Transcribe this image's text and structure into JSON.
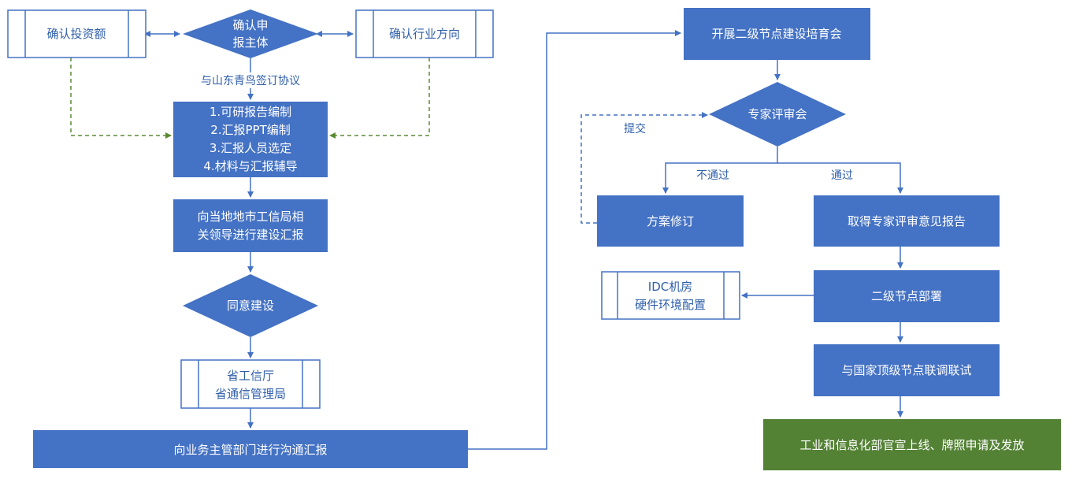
{
  "nodes": {
    "confirm_investment": "确认投资额",
    "confirm_applicant": [
      "确认申",
      "报主体"
    ],
    "confirm_industry": "确认行业方向",
    "sign_agreement": "与山东青鸟签订协议",
    "prep_tasks": [
      "1.可研报告编制",
      "2.汇报PPT编制",
      "3.汇报人员选定",
      "4.材料与汇报辅导"
    ],
    "report_local": [
      "向当地地市工信局相",
      "关领导进行建设汇报"
    ],
    "agree_build": "同意建设",
    "province_depts": [
      "省工信厅",
      "省通信管理局"
    ],
    "report_authority": "向业务主管部门进行沟通汇报",
    "training_meeting": "开展二级节点建设培育会",
    "expert_review": "专家评审会",
    "submit": "提交",
    "fail": "不通过",
    "pass": "通过",
    "revise_plan": "方案修订",
    "get_report": "取得专家评审意见报告",
    "deploy_node": "二级节点部署",
    "idc_config": [
      "IDC机房",
      "硬件环境配置"
    ],
    "joint_test": "与国家顶级节点联调联试",
    "launch": "工业和信息化部官宣上线、牌照申请及发放"
  },
  "colors": {
    "box_fill": "#4472c4",
    "box_stroke": "#3e6ab8",
    "line": "#4472c4",
    "dashed_green": "#5b8a35",
    "final_fill": "#548235",
    "text_blue": "#2f5faa"
  }
}
